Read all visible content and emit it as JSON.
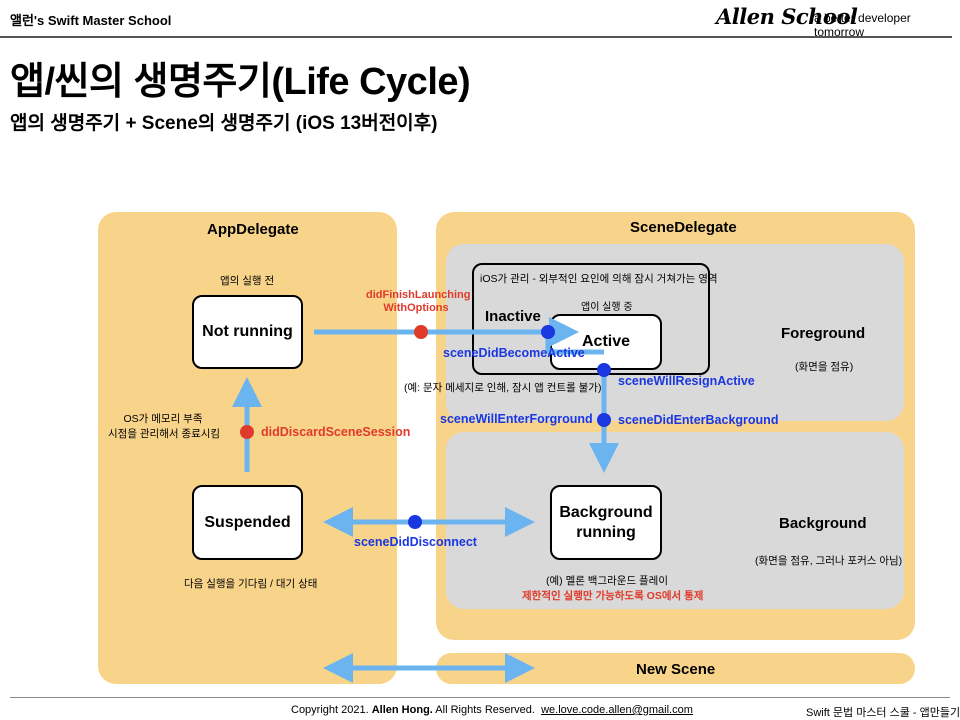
{
  "header": {
    "school_name": "앨런's Swift Master School",
    "logo": "Allen School",
    "tagline": "a better developer tomorrow"
  },
  "title": "앱/씬의 생명주기(Life Cycle)",
  "subtitle": "앱의 생명주기 + Scene의 생명주기 (iOS 13버전이후)",
  "panels": {
    "app_delegate": "AppDelegate",
    "scene_delegate": "SceneDelegate",
    "new_scene": "New Scene",
    "foreground": "Foreground",
    "foreground_note": "(화면을 점유)",
    "background": "Background",
    "background_note": "(화면을 점유, 그러나 포커스 아님)"
  },
  "states": {
    "not_running": "Not running",
    "not_running_note": "앱의 실행 전",
    "suspended": "Suspended",
    "suspended_note": "다음 실행을 기다림 / 대기 상태",
    "inactive": "Inactive",
    "inactive_note": "iOS가 관리 - 외부적인 요인에 의해 잠시 거쳐가는 영역",
    "inactive_example": "(예: 문자 메세지로 인해, 잠시 앱 컨트롤 불가)",
    "active": "Active",
    "active_note": "앱이 실행 중",
    "background_running": "Background running",
    "bg_note": "(예) 멜론 백그라운드 플레이",
    "bg_note_red": "제한적인 실행만 가능하도록 OS에서 통제",
    "os_note_line1": "OS가 메모리 부족",
    "os_note_line2": "시점을 관리해서 종료시킴"
  },
  "transitions": {
    "did_finish_launching_1": "didFinishLaunching",
    "did_finish_launching_2": "WithOptions",
    "did_discard_scene_session": "didDiscardSceneSession",
    "scene_did_become_active": "sceneDidBecomeActive",
    "scene_will_resign_active": "sceneWillResignActive",
    "scene_will_enter_foreground": "sceneWillEnterForground",
    "scene_did_enter_background": "sceneDidEnterBackground",
    "scene_did_disconnect": "sceneDidDisconnect"
  },
  "colors": {
    "panel": "#f8d48b",
    "gray": "#d9d9d9",
    "arrow": "#6cb4f0",
    "blue_dot": "#1a37e0",
    "red_dot": "#e03a2a"
  },
  "footer": {
    "copyright_prefix": "Copyright 2021.",
    "author": "Allen Hong.",
    "rights": "All Rights Reserved.",
    "email": "we.love.code.allen@gmail.com",
    "right_text": "Swift 문법 마스터 스쿨 - 앱만들기"
  }
}
